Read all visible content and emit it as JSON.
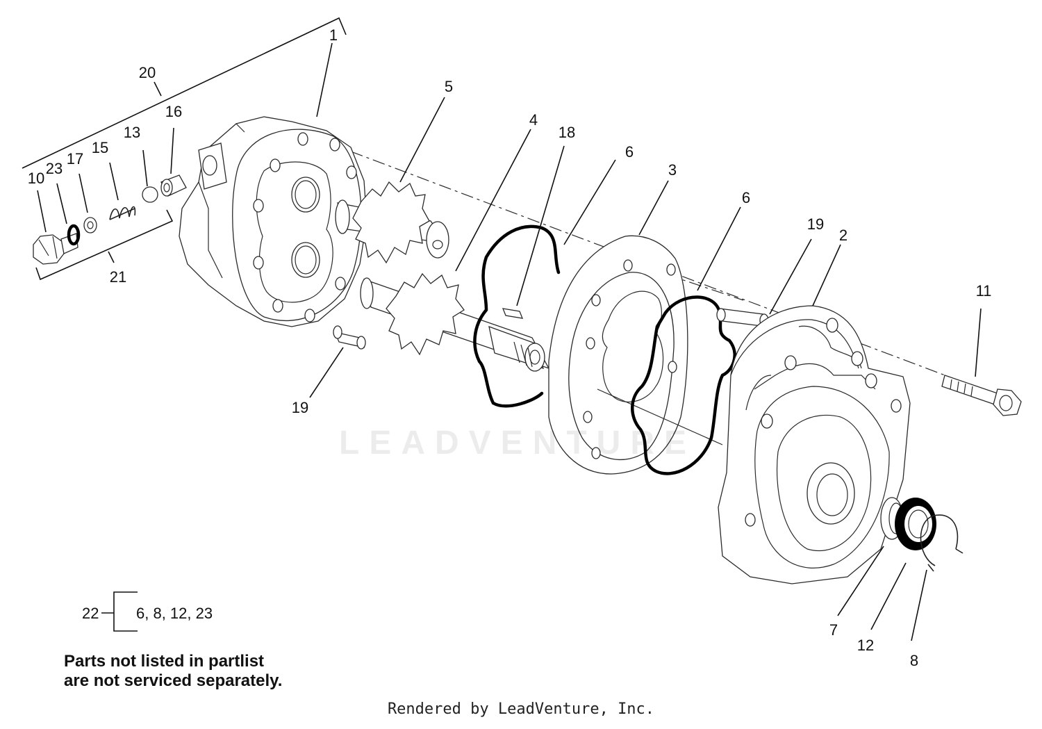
{
  "diagram": {
    "callouts": [
      {
        "id": "c1",
        "label": "1"
      },
      {
        "id": "c2",
        "label": "2"
      },
      {
        "id": "c3",
        "label": "3"
      },
      {
        "id": "c4",
        "label": "4"
      },
      {
        "id": "c5",
        "label": "5"
      },
      {
        "id": "c6a",
        "label": "6"
      },
      {
        "id": "c6b",
        "label": "6"
      },
      {
        "id": "c7",
        "label": "7"
      },
      {
        "id": "c8",
        "label": "8"
      },
      {
        "id": "c10",
        "label": "10"
      },
      {
        "id": "c11",
        "label": "11"
      },
      {
        "id": "c12",
        "label": "12"
      },
      {
        "id": "c13",
        "label": "13"
      },
      {
        "id": "c15",
        "label": "15"
      },
      {
        "id": "c16",
        "label": "16"
      },
      {
        "id": "c17",
        "label": "17"
      },
      {
        "id": "c18",
        "label": "18"
      },
      {
        "id": "c19a",
        "label": "19"
      },
      {
        "id": "c19b",
        "label": "19"
      },
      {
        "id": "c20",
        "label": "20"
      },
      {
        "id": "c21",
        "label": "21"
      },
      {
        "id": "c23",
        "label": "23"
      }
    ],
    "kit": {
      "label": "22",
      "contents": "6, 8, 12, 23"
    }
  },
  "note": "Parts not listed in partlist are not serviced separately.",
  "footer": "Rendered by LeadVenture, Inc.",
  "watermark": "LEADVENTURE"
}
